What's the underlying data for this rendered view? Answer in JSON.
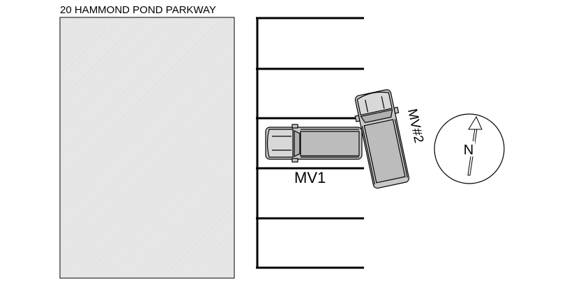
{
  "building": {
    "address_label": "20 HAMMOND POND PARKWAY"
  },
  "vehicles": [
    {
      "id": "mv1",
      "label": "MV1"
    },
    {
      "id": "mv2",
      "label": "MV#2"
    }
  ],
  "compass": {
    "label": "N"
  },
  "colors": {
    "ink": "#000000",
    "vehicle_fill": "#c8c8c8",
    "building_fill": "#e6e6e6"
  }
}
